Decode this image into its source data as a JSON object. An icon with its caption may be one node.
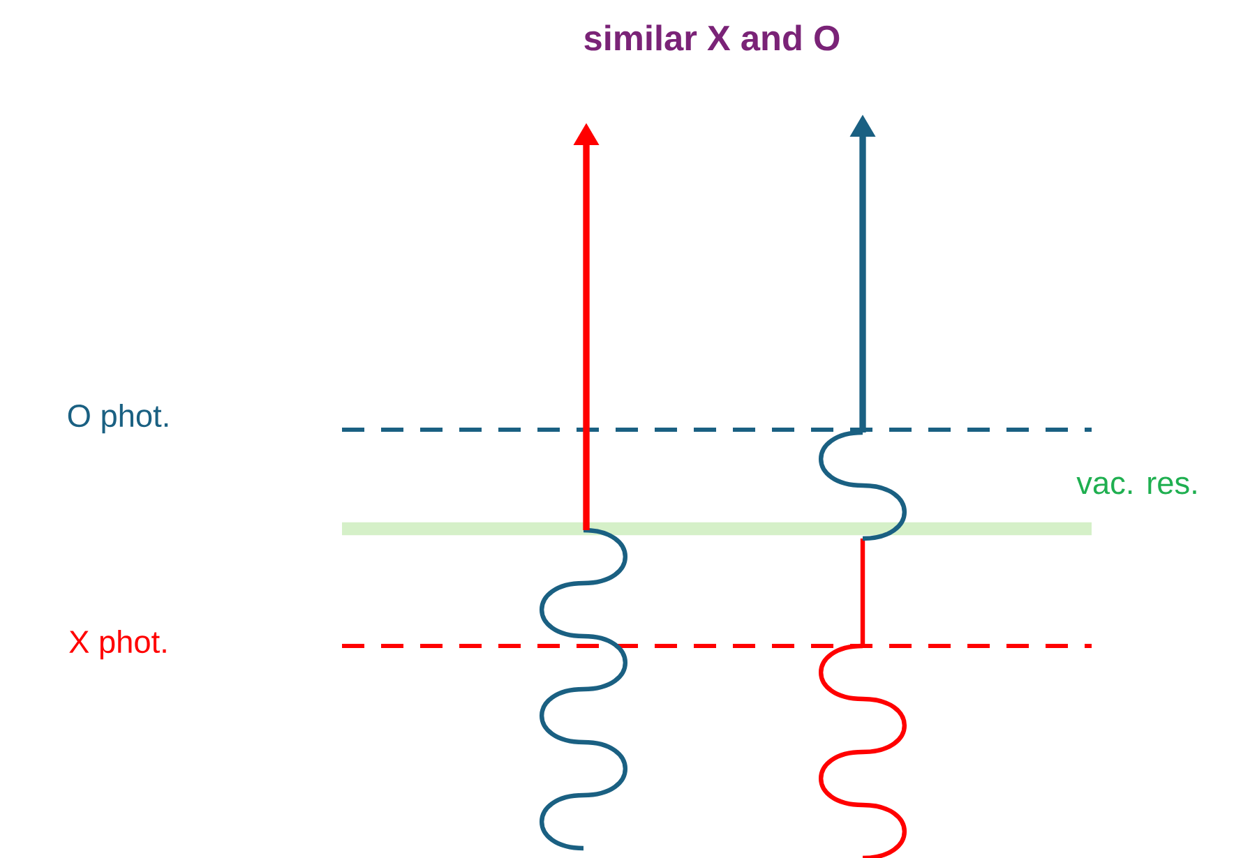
{
  "diagram": {
    "title": "similar X and O",
    "labels": [
      "O phot.",
      "vac. res.",
      "X phot."
    ]
  }
}
